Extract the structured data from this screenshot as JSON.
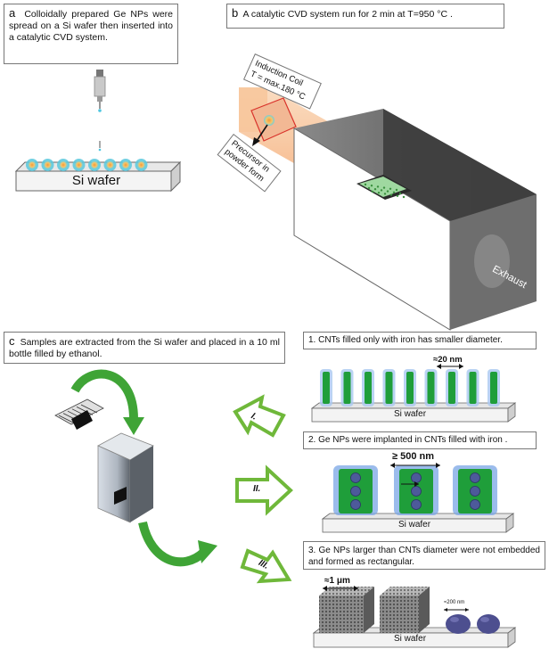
{
  "panel_a": {
    "letter": "a",
    "caption": "Colloidally prepared Ge NPs were spread on a Si wafer then inserted into a catalytic CVD system.",
    "wafer_label": "Si wafer"
  },
  "panel_b": {
    "letter": "b",
    "caption": "A catalytic CVD system run for 2 min at T=950 °C .",
    "coil_label_1": "Induction Coil",
    "coil_label_2": "T = max.180 °C",
    "precursor_label_1": "Precursor in",
    "precursor_label_2": "powder form",
    "exhaust_label": "Exhaust"
  },
  "panel_c": {
    "letter": "c",
    "caption": "Samples are extracted from the Si wafer and placed in a 10 ml bottle filled by ethanol.",
    "arrows": [
      "I.",
      "II.",
      "III."
    ]
  },
  "step1": {
    "caption": "1. CNTs filled only with iron has smaller diameter.",
    "dimension": "≈20 nm",
    "wafer_label": "Si wafer"
  },
  "step2": {
    "caption": "2. Ge NPs were implanted in CNTs filled with iron .",
    "dimension": "≥ 500 nm",
    "wafer_label": "Si wafer"
  },
  "step3": {
    "caption": "3. Ge NPs larger than CNTs diameter were not embedded and formed as rectangular.",
    "dimension_large": "≈1 μm",
    "dimension_small": "≈200 nm",
    "wafer_label": "Si wafer"
  },
  "colors": {
    "cnt_green": "#1f9e3a",
    "arrow_green": "#6fb83a",
    "orange_glow": "#f4b27a",
    "np_blue": "#4d5a9a",
    "furnace_gray": "#5a5a5a"
  }
}
